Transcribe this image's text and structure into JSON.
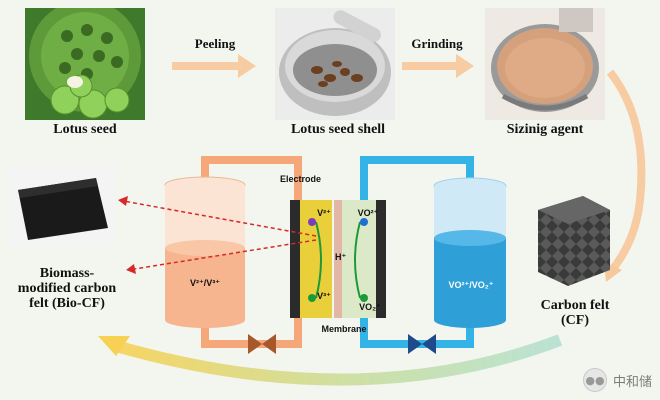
{
  "labels": {
    "lotus_seed": "Lotus seed",
    "lotus_seed_shell": "Lotus seed shell",
    "sizing_agent": "Sizinig agent",
    "peeling": "Peeling",
    "grinding": "Grinding",
    "bio_cf": "Biomass-\nmodified carbon\nfelt (Bio-CF)",
    "carbon_felt": "Carbon felt\n(CF)",
    "electrode": "Electrode",
    "membrane": "Membrane",
    "h_plus": "H⁺",
    "left_tank": "V²⁺/V³⁺",
    "right_tank": "VO²⁺/VO₂⁺",
    "left_top_ion": "V²⁺",
    "left_bottom_ion": "V³⁺",
    "right_top_ion": "VO²⁺",
    "right_bottom_ion": "VO₂⁺"
  },
  "watermark": {
    "text": "中和储"
  },
  "colors": {
    "arrow_peach": "#f7c89a",
    "left_loop": "#f5a77a",
    "right_loop": "#34b3e6",
    "left_tank": "#f6b48f",
    "right_tank": "#2f9fd8",
    "electrode_dark": "#2b2b2b",
    "electrode_yellow": "#e9cf3a",
    "membrane": "#e2b7a5",
    "pump_left": "#a8572a",
    "pump_right": "#1f4b8c",
    "red_dashed": "#d62a2a",
    "ion_purple": "#7b3db8",
    "ion_green": "#1c9a3a",
    "ion_blue": "#1f6fd0"
  }
}
